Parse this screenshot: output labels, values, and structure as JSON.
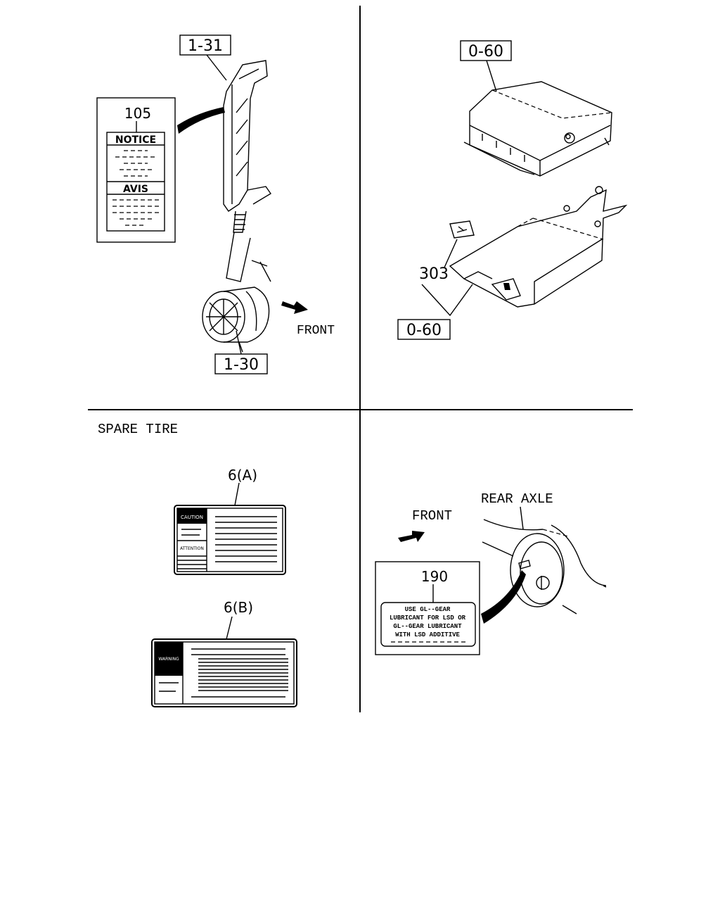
{
  "quadrants": {
    "top_left": {
      "callouts": {
        "air_duct": "1-31",
        "air_cleaner": "1-30",
        "notice_label_ref": "105"
      },
      "notice_label": {
        "heading_1": "NOTICE",
        "heading_2": "AVIS"
      },
      "direction": "FRONT"
    },
    "top_right": {
      "callouts": {
        "control_module_top": "0-60",
        "control_module_bottom": "0-60",
        "caution_label_ref": "303"
      }
    },
    "bottom_left": {
      "section_title": "SPARE TIRE",
      "callouts": {
        "label_a": "6(A)",
        "label_b": "6(B)"
      },
      "label_a_words": {
        "caution": "CAUTION",
        "attention": "ATTENTION"
      },
      "label_b_words": {
        "warning": "WARNING"
      }
    },
    "bottom_right": {
      "rear_axle": "REAR AXLE",
      "direction": "FRONT",
      "callouts": {
        "axle_label_ref": "190"
      },
      "axle_label_lines": [
        "USE GL--GEAR",
        "LUBRICANT FOR LSD OR",
        "GL--GEAR LUBRICANT",
        "WITH LSD ADDITIVE"
      ]
    }
  }
}
